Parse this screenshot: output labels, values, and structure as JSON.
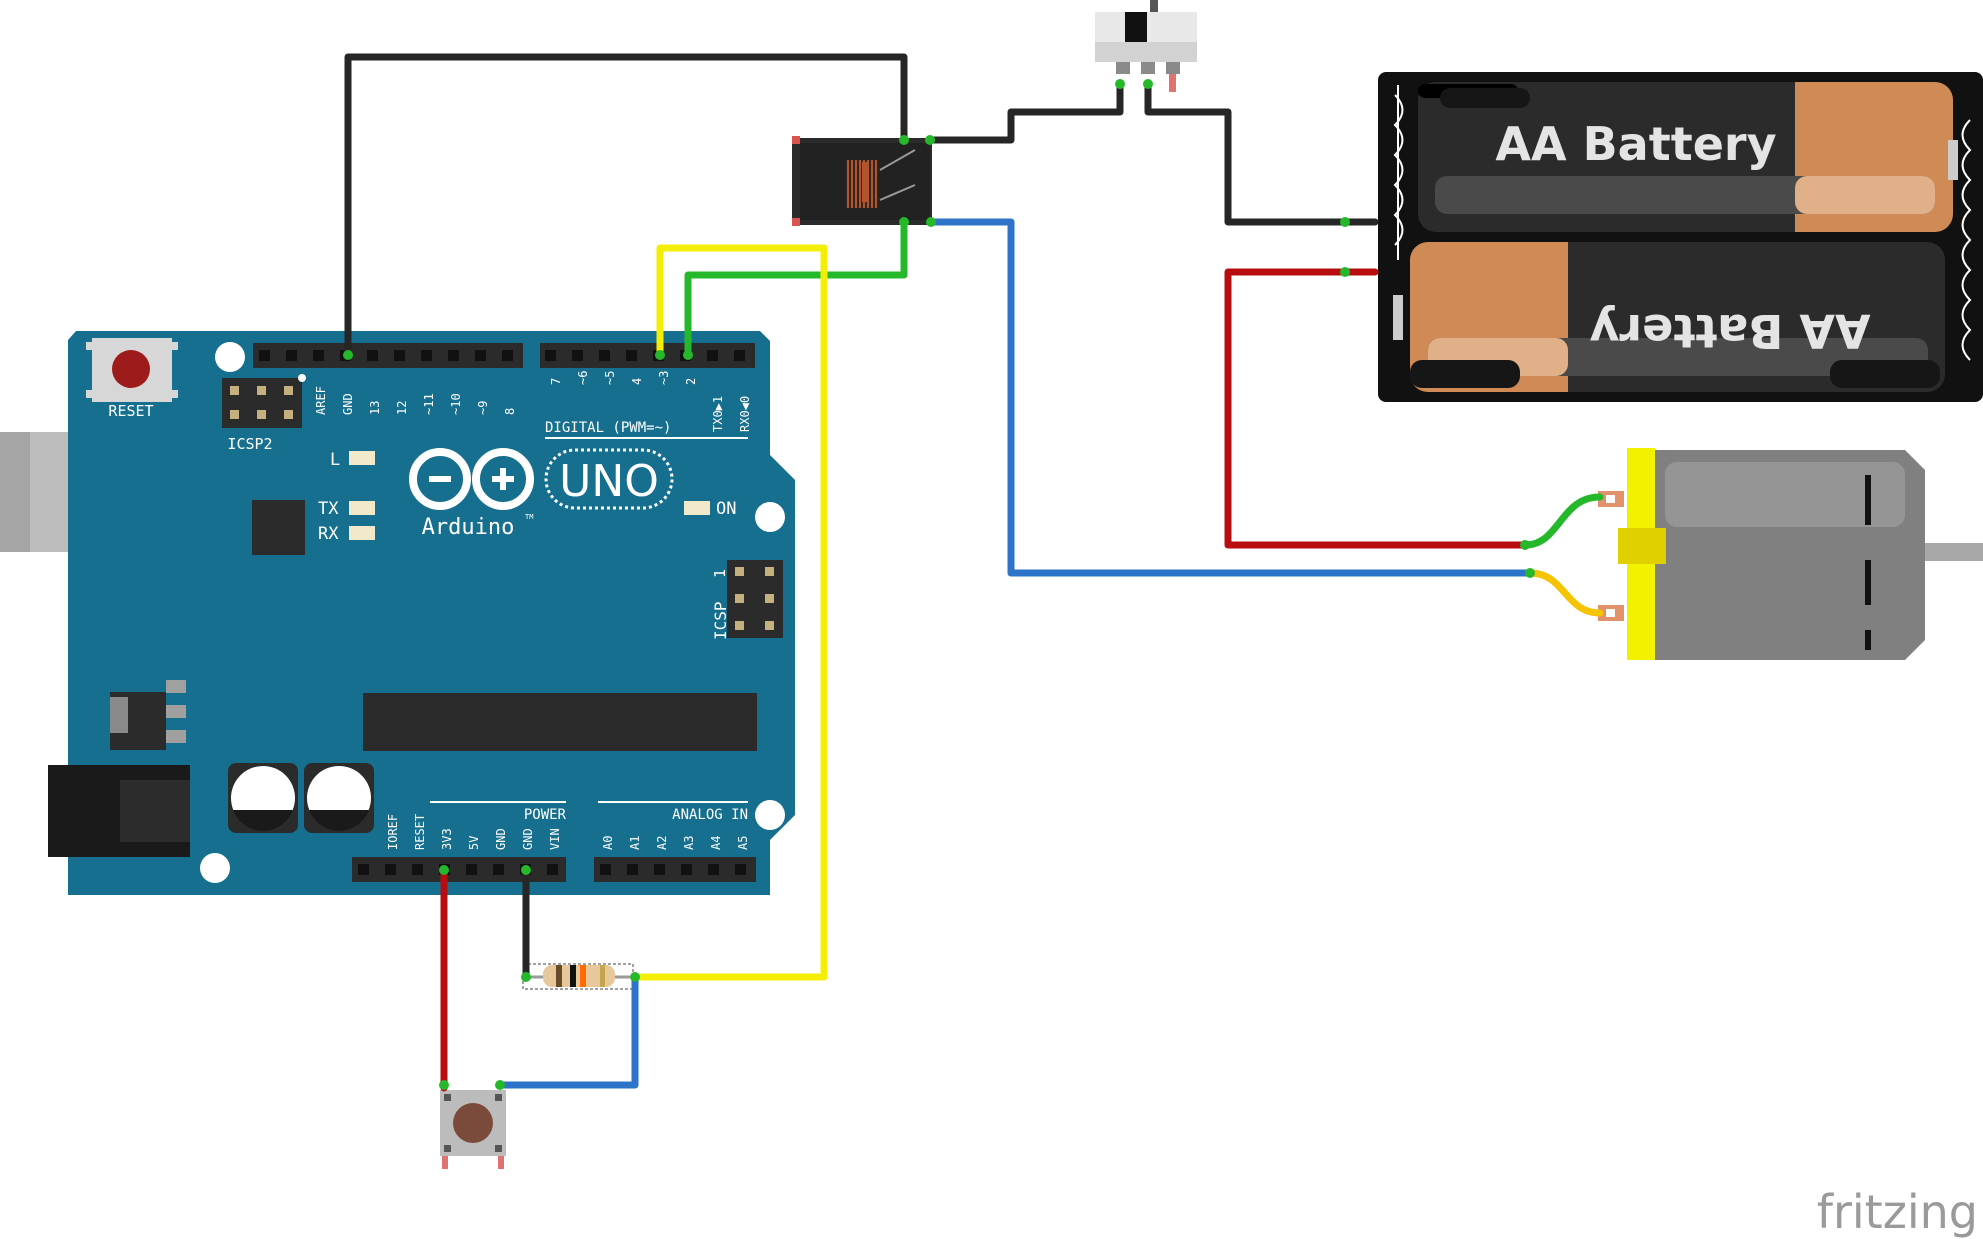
{
  "arduino": {
    "reset_label": "RESET",
    "icsp2_label": "ICSP2",
    "icsp_label": "ICSP",
    "icsp_pin1": "1",
    "logo_text": "Arduino",
    "tm": "TM",
    "uno_text": "UNO",
    "led_l": "L",
    "led_tx": "TX",
    "led_rx": "RX",
    "led_on": "ON",
    "digital_label": "DIGITAL (PWM=~)",
    "power_label": "POWER",
    "analog_label": "ANALOG IN",
    "digital_pins": [
      "AREF",
      "GND",
      "13",
      "12",
      "~11",
      "~10",
      "~9",
      "8",
      "7",
      "~6",
      "~5",
      "4",
      "~3",
      "2",
      "TX0▶1",
      "RX0◀0"
    ],
    "power_pins": [
      "IOREF",
      "RESET",
      "3V3",
      "5V",
      "GND",
      "GND",
      "VIN"
    ],
    "analog_pins": [
      "A0",
      "A1",
      "A2",
      "A3",
      "A4",
      "A5"
    ]
  },
  "battery": {
    "top_label": "AA Battery",
    "bottom_label": "AA Battery"
  },
  "watermark": "fritzing",
  "colors": {
    "board": "#176f8f",
    "wire_black": "#262626",
    "wire_red": "#b70d10",
    "wire_yellow": "#f4ee04",
    "wire_green": "#25b82b",
    "wire_blue": "#2c73c9",
    "motor_yellow": "#f2f200",
    "battery_copper": "#d08a55"
  }
}
